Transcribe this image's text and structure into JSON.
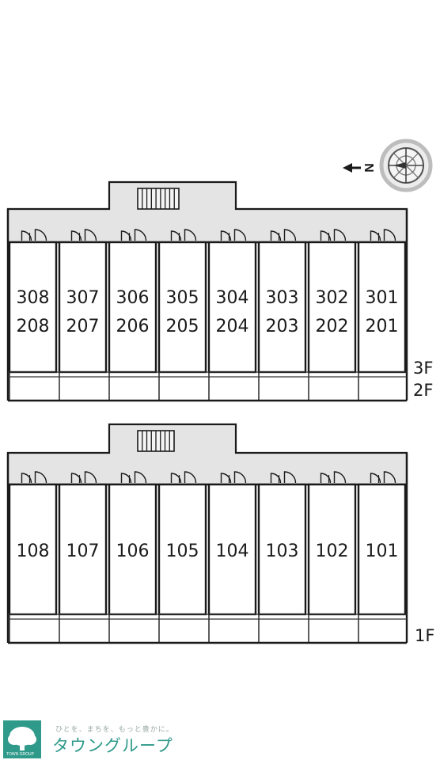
{
  "compass": {
    "label": "N",
    "icon": "compass-rose-icon",
    "arrow_direction": "left"
  },
  "upper_block": {
    "top_row": [
      "308",
      "307",
      "306",
      "305",
      "304",
      "303",
      "302",
      "301"
    ],
    "bottom_row": [
      "208",
      "207",
      "206",
      "205",
      "204",
      "203",
      "202",
      "201"
    ],
    "floor_labels": [
      "3F",
      "2F"
    ]
  },
  "lower_block": {
    "units": [
      "108",
      "107",
      "106",
      "105",
      "104",
      "103",
      "102",
      "101"
    ],
    "floor_label": "1F"
  },
  "stair_icon": "staircase-icon",
  "door_icon": "door-swing-icon",
  "logo": {
    "tagline": "ひとを、まちを、もっと豊かに。",
    "brand": "タウングループ",
    "sub": "TOWN GROUP",
    "icon": "tree-logo-icon",
    "color": "#2f9a8a"
  }
}
